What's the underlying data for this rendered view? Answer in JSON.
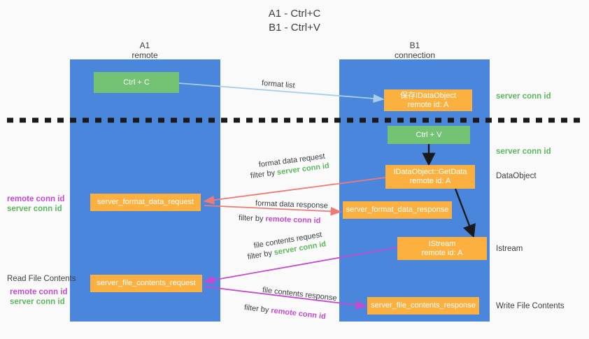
{
  "title": {
    "line1": "A1 - Ctrl+C",
    "line2": "B1 - Ctrl+V"
  },
  "columns": [
    {
      "name": "A1",
      "sub": "remote"
    },
    {
      "name": "B1",
      "sub": "connection"
    }
  ],
  "boxes": {
    "ctrl_c": {
      "label": "Ctrl + C"
    },
    "ctrl_v": {
      "label": "Ctrl + V"
    },
    "save_idataobject": {
      "line1": "保存IDataObject",
      "line2": "remote id: A"
    },
    "getdata": {
      "line1": "IDataObject::GetData",
      "line2": "remote id: A"
    },
    "istream": {
      "line1": "IStream",
      "line2": "remote id: A"
    },
    "server_format_data_request": {
      "label": "server_format_data_request"
    },
    "server_format_data_response": {
      "label": "server_format_data_response"
    },
    "server_file_contents_request": {
      "label": "server_file_contents_request"
    },
    "server_file_contents_response": {
      "label": "server_file_contents_response"
    }
  },
  "right_labels": {
    "server_conn_id_1": "server conn id",
    "server_conn_id_2": "server conn id",
    "dataobject": "DataObject",
    "istream": "Istream",
    "write_file_contents": "Write File Contents"
  },
  "left_labels": {
    "remote_conn_id_1": "remote conn id",
    "server_conn_id_1": "server conn id",
    "read_file_contents": "Read File Contents",
    "remote_conn_id_2": "remote conn id",
    "server_conn_id_2": "server conn id"
  },
  "edges": {
    "format_list": "format list",
    "format_data_request": "format data request",
    "format_data_request_filter_prefix": "filter by ",
    "format_data_request_filter_value": "server conn id",
    "format_data_response": "format data response",
    "format_data_response_filter_prefix": "filter by ",
    "format_data_response_filter_value": "remote conn id",
    "file_contents_request": "file contents request",
    "file_contents_request_filter_prefix": "filter by ",
    "file_contents_request_filter_value": "server conn id",
    "file_contents_response": "file contents response",
    "file_contents_response_filter_prefix": "filter by ",
    "file_contents_response_filter_value": "remote conn id"
  },
  "colors": {
    "lane": "#4a86dc",
    "green_box": "#74c274",
    "orange_box": "#fbb040",
    "arrow_blue": "#a8cdec",
    "arrow_red": "#ec7b78",
    "arrow_magenta": "#c44ad0",
    "arrow_black": "#1a1a1a",
    "green_text": "#5cb85c",
    "purple_text": "#c44ad0",
    "background": "#fafafa"
  }
}
